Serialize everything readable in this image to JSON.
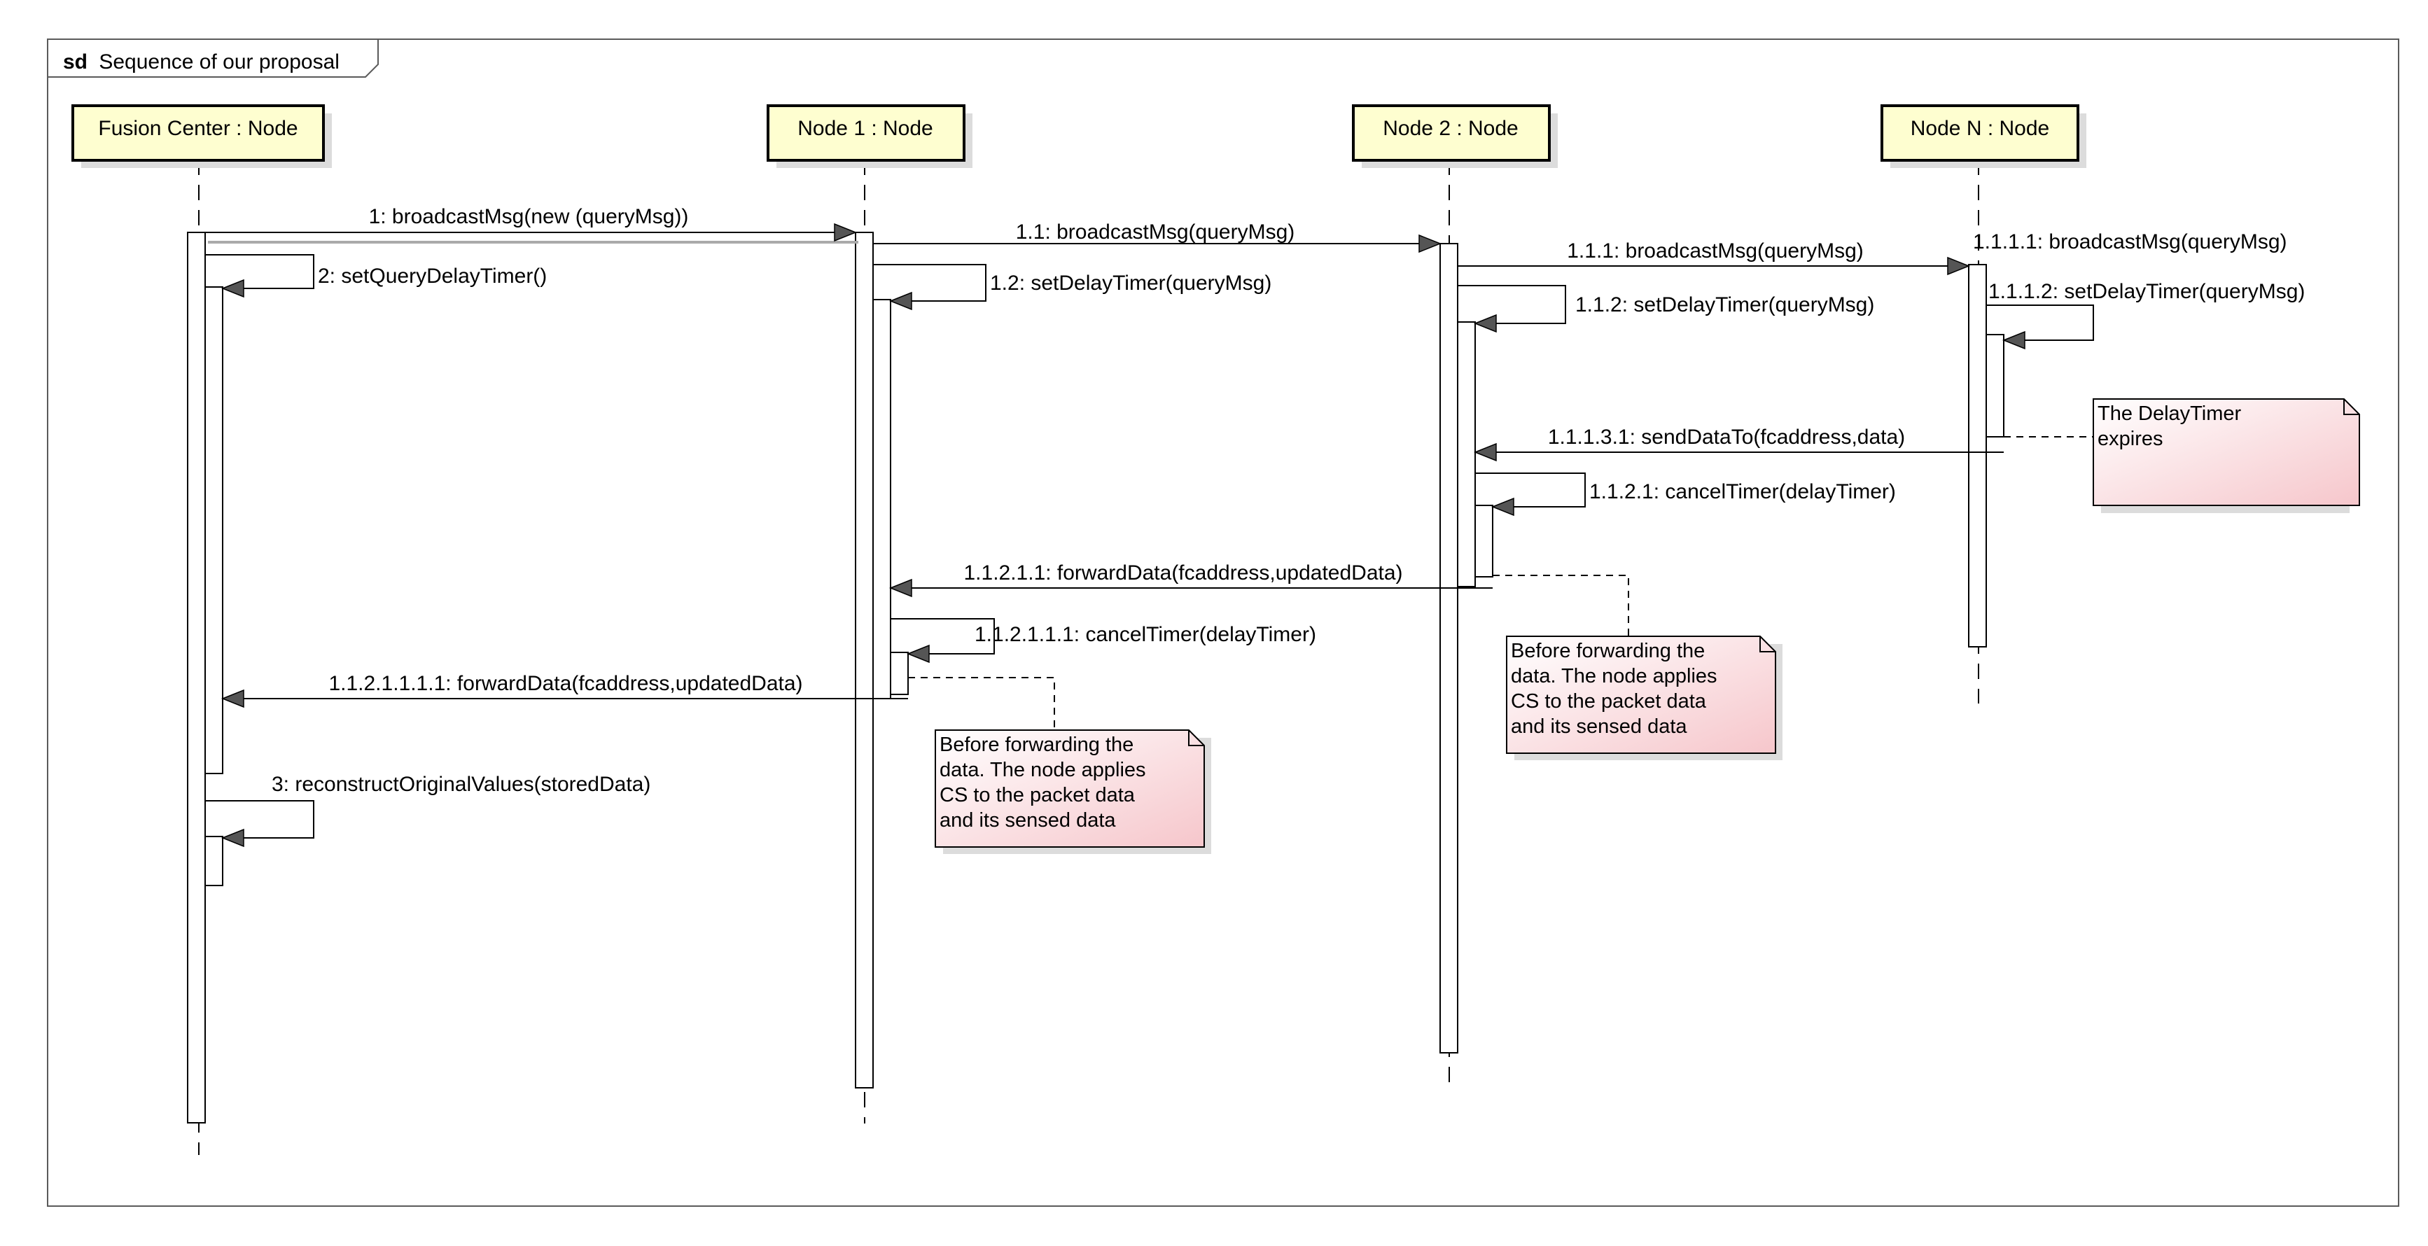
{
  "frame": {
    "keyword": "sd",
    "name": "Sequence of our proposal"
  },
  "lifelines": [
    {
      "id": "fc",
      "label": "Fusion Center : Node"
    },
    {
      "id": "n1",
      "label": "Node 1 : Node"
    },
    {
      "id": "n2",
      "label": "Node 2 : Node"
    },
    {
      "id": "nn",
      "label": "Node N : Node"
    }
  ],
  "messages": [
    {
      "id": "m1",
      "label": "1: broadcastMsg(new (queryMsg))",
      "from": "fc",
      "to": "n1"
    },
    {
      "id": "m2",
      "label": "2: setQueryDelayTimer()",
      "from": "fc",
      "to": "fc"
    },
    {
      "id": "m11",
      "label": "1.1: broadcastMsg(queryMsg)",
      "from": "n1",
      "to": "n2"
    },
    {
      "id": "m12",
      "label": "1.2: setDelayTimer(queryMsg)",
      "from": "n1",
      "to": "n1"
    },
    {
      "id": "m111",
      "label": "1.1.1: broadcastMsg(queryMsg)",
      "from": "n2",
      "to": "nn"
    },
    {
      "id": "m112",
      "label": "1.1.2: setDelayTimer(queryMsg)",
      "from": "n2",
      "to": "n2"
    },
    {
      "id": "m1111",
      "label": "1.1.1.1: broadcastMsg(queryMsg)",
      "from": "nn",
      "to": "nn"
    },
    {
      "id": "m1112",
      "label": "1.1.1.2: setDelayTimer(queryMsg)",
      "from": "nn",
      "to": "nn"
    },
    {
      "id": "m11131",
      "label": "1.1.1.3.1: sendDataTo(fcaddress,data)",
      "from": "nn",
      "to": "n2"
    },
    {
      "id": "m1121",
      "label": "1.1.2.1: cancelTimer(delayTimer)",
      "from": "n2",
      "to": "n2"
    },
    {
      "id": "m11211",
      "label": "1.1.2.1.1: forwardData(fcaddress,updatedData)",
      "from": "n2",
      "to": "n1"
    },
    {
      "id": "m112111",
      "label": "1.1.2.1.1.1: cancelTimer(delayTimer)",
      "from": "n1",
      "to": "n1"
    },
    {
      "id": "m1121111",
      "label": "1.1.2.1.1.1.1: forwardData(fcaddress,updatedData)",
      "from": "n1",
      "to": "fc"
    },
    {
      "id": "m3",
      "label": "3: reconstructOriginalValues(storedData)",
      "from": "fc",
      "to": "fc"
    }
  ],
  "notes": [
    {
      "id": "note-timer",
      "lines": [
        "The DelayTimer",
        "expires"
      ]
    },
    {
      "id": "note-node2",
      "lines": [
        "Before forwarding the",
        "data. The node applies",
        "CS to the packet data",
        "and its sensed data"
      ]
    },
    {
      "id": "note-node1",
      "lines": [
        "Before forwarding the",
        "data. The node applies",
        "CS to the packet data",
        "and its sensed data"
      ]
    }
  ],
  "colors": {
    "lifeline_fill": "#fefed0",
    "note_fill_start": "#ffffff",
    "note_fill_end": "#f6c8cc",
    "shadow": "#d8d8d8",
    "arrowhead": "#555555",
    "line": "#000000"
  }
}
